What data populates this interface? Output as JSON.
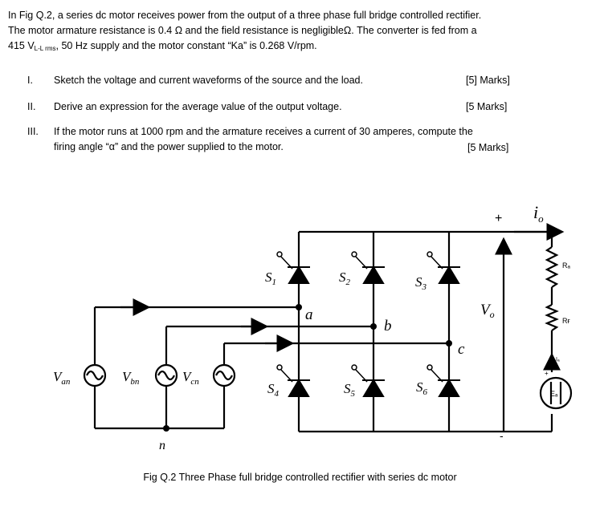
{
  "intro": {
    "line1": "In Fig Q.2, a series dc motor receives power from the output of a three phase full bridge controlled rectifier.",
    "line2": "The motor armature resistance is 0.4 Ω and the field resistance is negligibleΩ. The converter is fed from a",
    "line3_pre": "415 V",
    "line3_sub": "L-L rms",
    "line3_post": ", 50 Hz supply and the motor constant “Ka”  is 0.268 V/rpm."
  },
  "questions": [
    {
      "num": "I.",
      "text": "Sketch the voltage and current waveforms of the source and the load.",
      "marks": "[5] Marks]"
    },
    {
      "num": "II.",
      "text": "Derive an expression for the average value of the output voltage.",
      "marks": "[5 Marks]"
    },
    {
      "num": "III.",
      "text_line1": "If the motor runs at 1000 rpm and the armature receives a current of 30 amperes, compute the",
      "text_line2": "firing angle “α” and the power supplied to the motor.",
      "marks": "[5 Marks]"
    }
  ],
  "circuit": {
    "sources": [
      "V_an",
      "V_bn",
      "V_cn"
    ],
    "source_labels": {
      "van_main": "V",
      "van_sub": "an",
      "vbn_main": "V",
      "vbn_sub": "bn",
      "vcn_main": "V",
      "vcn_sub": "cn"
    },
    "switches": {
      "s1_main": "S",
      "s1_sub": "1",
      "s2_main": "S",
      "s2_sub": "2",
      "s3_main": "S",
      "s3_sub": "3",
      "s4_main": "S",
      "s4_sub": "4",
      "s5_main": "S",
      "s5_sub": "5",
      "s6_main": "S",
      "s6_sub": "6"
    },
    "nodes": {
      "a": "a",
      "b": "b",
      "c": "c",
      "n": "n"
    },
    "output": {
      "plus": "+",
      "minus": "-",
      "vo_main": "V",
      "vo_sub": "o",
      "io_main": "i",
      "io_sub": "o"
    },
    "load": {
      "ra": "Rₐ",
      "rf": "Rғ",
      "ia": "Iₐ",
      "ea": "Eₐ",
      "plus": "+"
    }
  },
  "caption": "Fig Q.2 Three Phase full bridge controlled rectifier with series dc motor"
}
